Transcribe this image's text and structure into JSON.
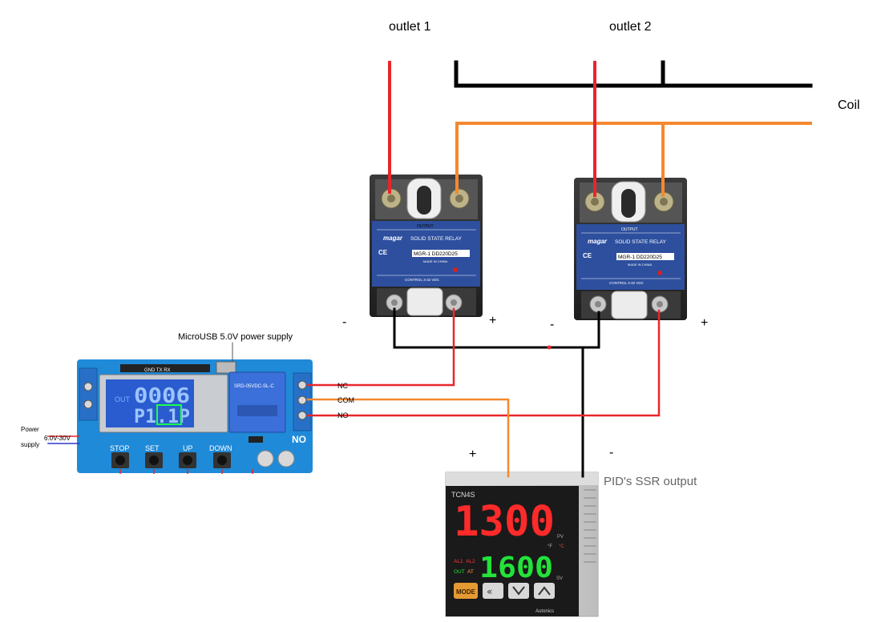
{
  "labels": {
    "outlet1": "outlet 1",
    "outlet2": "outlet 2",
    "coil": "Coil",
    "micro_usb": "MicroUSB 5.0V power supply",
    "power": "Power",
    "power_range": "6.0V-30V",
    "supply": "supply",
    "nc": "NC",
    "com": "COM",
    "no": "NO",
    "no_board": "NO",
    "ssr1_minus": "-",
    "ssr1_plus": "+",
    "ssr2_minus": "-",
    "ssr2_plus": "+",
    "pid_plus": "+",
    "pid_minus": "-",
    "pid_ssr_output": "PID's SSR output"
  },
  "relay_board": {
    "lcd_top": "0006",
    "lcd_bottom": "P1.1P",
    "out": "OUT",
    "header_pins": "GND TX RX",
    "buttons": [
      "STOP",
      "SET",
      "UP",
      "DOWN"
    ]
  },
  "ssr": {
    "brand": "magar",
    "title": "SOLID STATE RELAY",
    "model": "MGR-1  DD220D25",
    "made_in": "MADE IN CHINA",
    "output": "OUTPUT",
    "control": "CONTROL 3-32 VDC",
    "ce": "CE"
  },
  "pid": {
    "brand": "TCN4S",
    "pv": "1300",
    "sv": "1600",
    "mode": "MODE",
    "maker": "Autonics",
    "pv_unit": "PV",
    "sv_unit": "SV",
    "ind_al1": "AL1",
    "ind_al2": "AL2",
    "ind_out": "OUT",
    "ind_at": "AT",
    "ind_c": "°C",
    "ind_f": "°F"
  },
  "colors": {
    "live": "#e8262b",
    "coil": "#f5882f",
    "neutral": "#000000",
    "board": "#1f8ad8",
    "ssr_blue": "#2d4f9e",
    "pid_red": "#ff2a2a",
    "pid_green": "#23e23a"
  },
  "icons": {
    "pid_buttons": [
      "mode-button",
      "shift-left-icon",
      "down-icon",
      "up-icon"
    ]
  }
}
